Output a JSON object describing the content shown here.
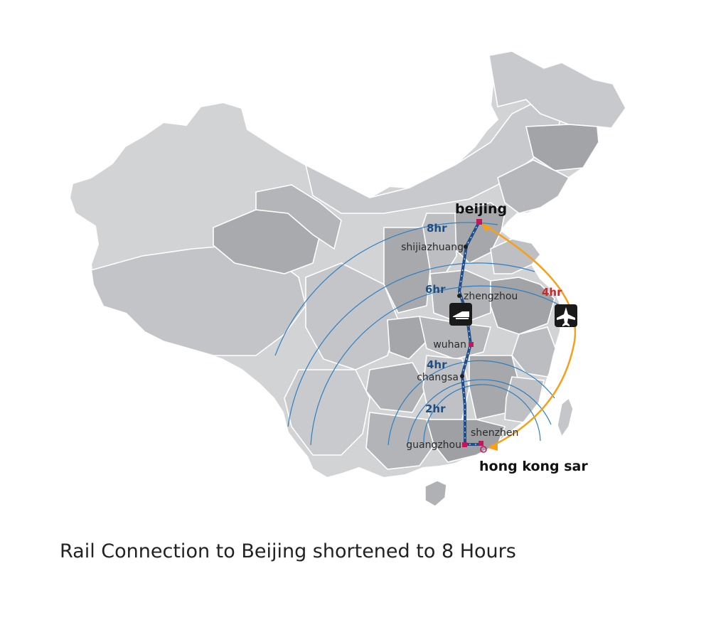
{
  "colors": {
    "land_light": "#d2d3d5",
    "land_mid": "#b4b5b8",
    "land_dark": "#9c9da0",
    "border": "#ffffff",
    "rail": "#1f4e8c",
    "ring": "#2f7ec0",
    "flight": "#f6a01a",
    "station_pink": "#c2185b",
    "flight_time_red": "#d2232a",
    "icon_bg": "#1a1a1a"
  },
  "places": {
    "beijing": "beijing",
    "hong_kong": "hong kong sar",
    "shijiazhuang": "shijiazhuang",
    "zhengzhou": "zhengzhou",
    "wuhan": "wuhan",
    "changsa": "changsa",
    "guangzhou": "guangzhou",
    "shenzhen": "shenzhen"
  },
  "rings": {
    "r8": "8hr",
    "r6": "6hr",
    "r4": "4hr",
    "r2": "2hr"
  },
  "flight": {
    "time": "4hr",
    "icon": "airplane-icon"
  },
  "rail_icon": "train-icon",
  "caption": "Rail Connection to Beijing shortened to 8 Hours"
}
